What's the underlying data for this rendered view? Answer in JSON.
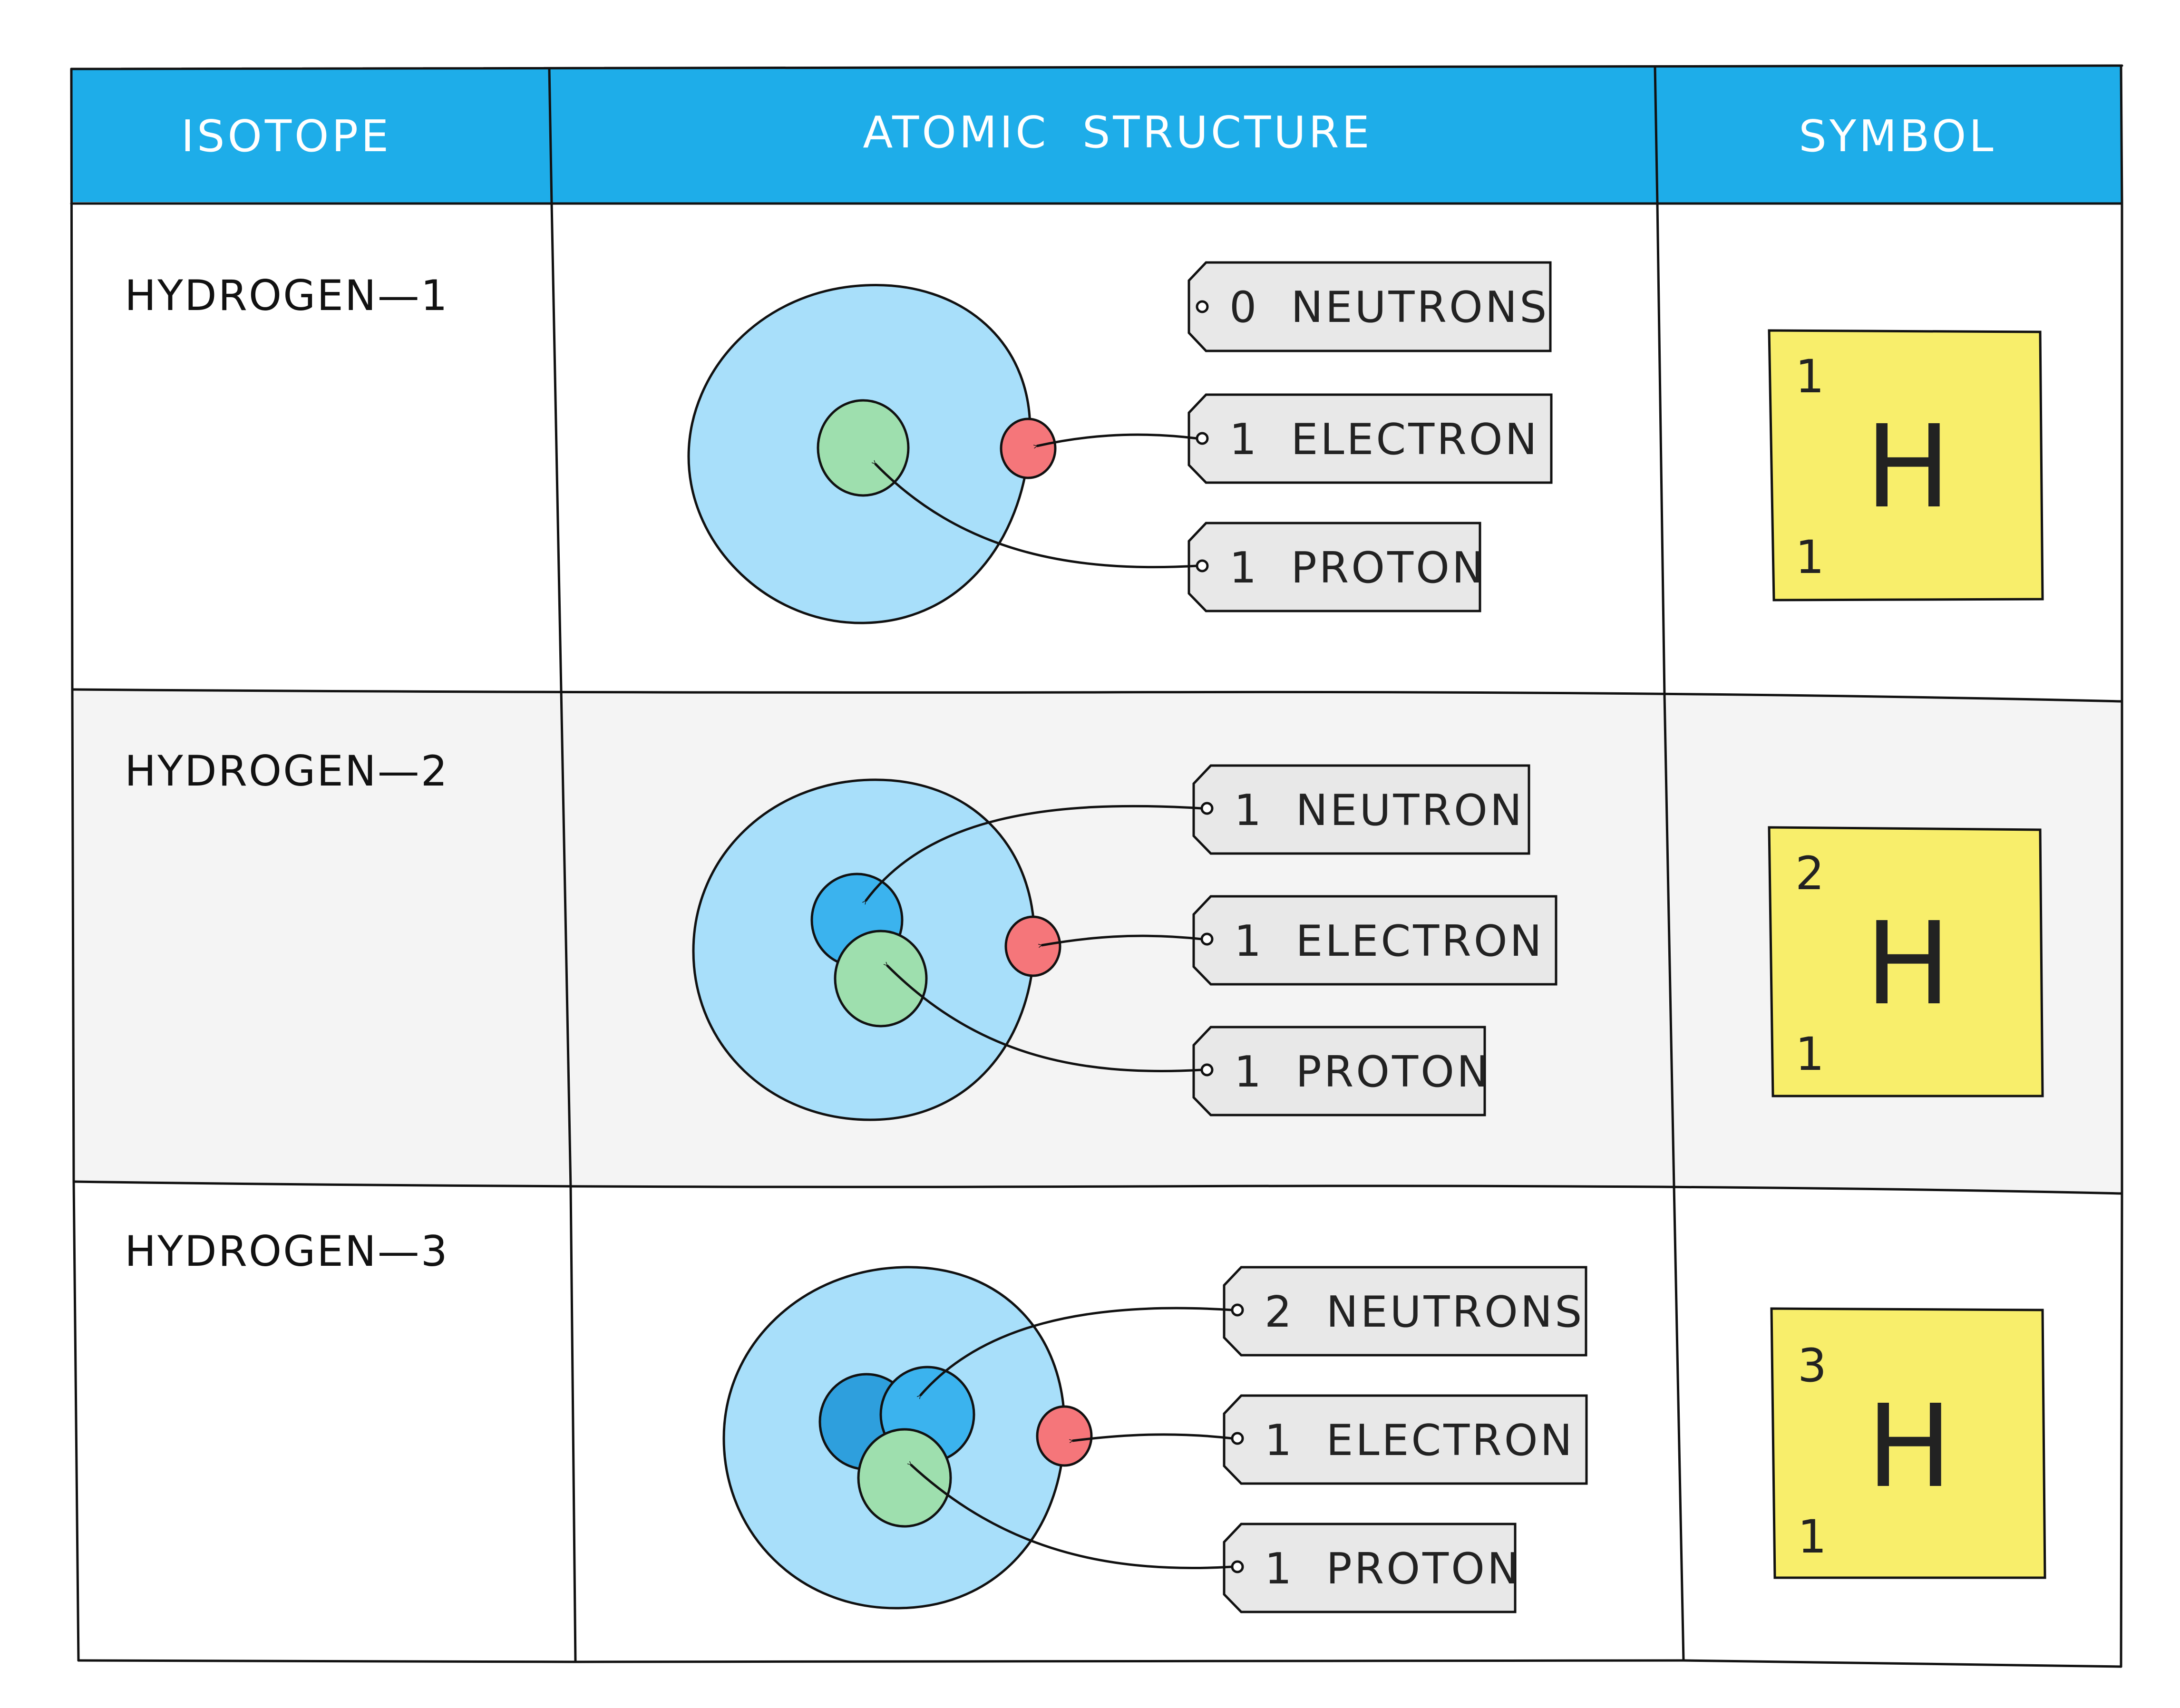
{
  "header": {
    "col1": "ISOTOPE",
    "col2": "ATOMIC  STRUCTURE",
    "col3": "SYMBOL"
  },
  "colors": {
    "header": "#1eade9",
    "shell": "#a8dffa",
    "proton": "#9edfae",
    "neutron": "#3bb3ee",
    "electron": "#f5767a",
    "tag": "#e8e8e8",
    "symbol_box": "#f8ee6b",
    "row_alt": "#f4f4f4"
  },
  "rows": [
    {
      "isotope": "HYDROGEN—1",
      "tags": [
        "0  NEUTRONS",
        "1  ELECTRON",
        "1  PROTON"
      ],
      "mass_number": "1",
      "atomic_number": "1",
      "element": "H"
    },
    {
      "isotope": "HYDROGEN—2",
      "tags": [
        "1  NEUTRON",
        "1  ELECTRON",
        "1  PROTON"
      ],
      "mass_number": "2",
      "atomic_number": "1",
      "element": "H"
    },
    {
      "isotope": "HYDROGEN—3",
      "tags": [
        "2  NEUTRONS",
        "1  ELECTRON",
        "1  PROTON"
      ],
      "mass_number": "3",
      "atomic_number": "1",
      "element": "H"
    }
  ]
}
